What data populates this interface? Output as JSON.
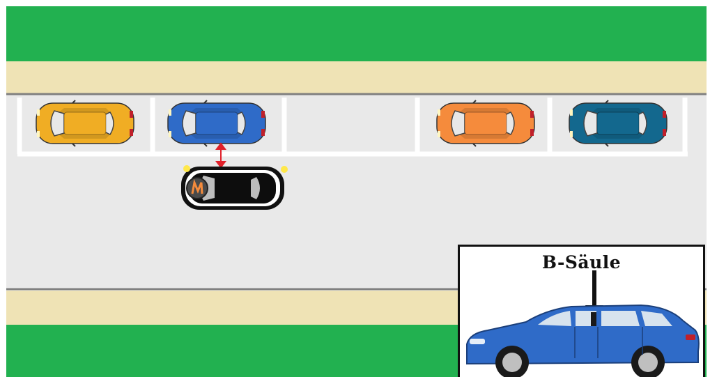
{
  "colors": {
    "grass": "#22b150",
    "sidewalk": "#efe3b5",
    "road": "#e9e9e9",
    "curb": "#808080",
    "parking_lines": "#ffffff",
    "arrow": "#e0202a",
    "car_yellow": "#f0ad24",
    "car_blue": "#2f6bc8",
    "car_orange": "#f58b3c",
    "car_teal": "#13688e",
    "car_black": "#111111"
  },
  "parked_cars": [
    {
      "name": "yellow",
      "color": "car_yellow"
    },
    {
      "name": "blue",
      "color": "car_blue"
    },
    {
      "name": "orange",
      "color": "car_orange"
    },
    {
      "name": "teal",
      "color": "car_teal"
    }
  ],
  "driver_car": {
    "name": "black-car",
    "color": "car_black",
    "hazard_lights": true
  },
  "distance_indicator": {
    "icon": "double-headed-arrow-icon"
  },
  "inset": {
    "label": "B-Säule",
    "car_color": "#2f6bc8",
    "icon": "down-arrow-icon"
  }
}
